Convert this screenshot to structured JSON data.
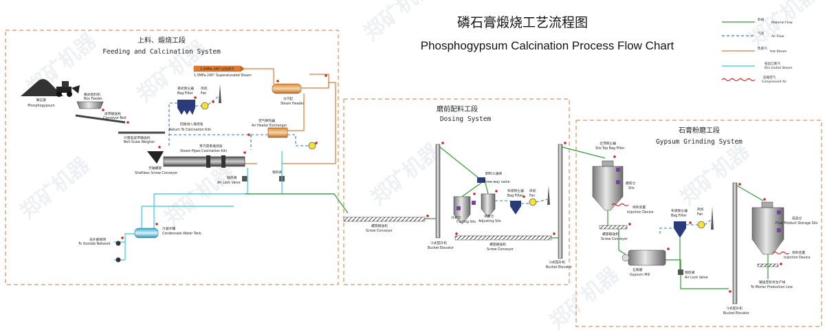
{
  "title": {
    "cn": "磷石膏煅烧工艺流程图",
    "en": "Phosphogypsum Calcination Process Flow Chart"
  },
  "watermark": "郑矿机器",
  "legend": [
    {
      "cn": "料线",
      "en": "Material Flow",
      "color": "#2e9e2e",
      "style": "solid"
    },
    {
      "cn": "气流",
      "en": "Air Flow",
      "color": "#2f6fd6",
      "style": "dashed"
    },
    {
      "cn": "热蒸汽",
      "en": "Hot Steam",
      "color": "#e07a30",
      "style": "solid"
    },
    {
      "cn": "窑出口蒸汽",
      "en": "Kiln Outlet Steam",
      "color": "#33c8e0",
      "style": "solid"
    },
    {
      "cn": "压缩空气",
      "en": "Compressed Air",
      "color": "#d62020",
      "style": "wavy"
    }
  ],
  "sections": {
    "feeding": {
      "cn": "上料、煅烧工段",
      "en": "Feeding and Calcination System"
    },
    "dosing": {
      "cn": "磨前配料工段",
      "en": "Dosing System"
    },
    "grinding": {
      "cn": "石膏粉磨工段",
      "en": "Gypsum Grinding System"
    }
  },
  "labels": {
    "phosphogypsum_cn": "磷石膏",
    "phosphogypsum_en": "Phosphogypsum",
    "box_feeder_cn": "箱式给料机",
    "box_feeder_en": "Box Feeder",
    "conveyor_belt_cn": "皮带输送机",
    "conveyor_belt_en": "Conveyor Belt",
    "belt_scale_cn": "计量型皮带输送机",
    "belt_scale_en": "Belt Scale Weigher",
    "shaftless_cn": "无轴螺旋",
    "shaftless_en": "Shaftless Screw Conveyor",
    "bag_filter1_cn": "袋式除尘器",
    "bag_filter1_en": "Bag Filter",
    "fan1_cn": "风机",
    "fan1_en": "Fan",
    "return_kiln_cn": "回收进入煅烧窑",
    "return_kiln_en": "Return To Calcination Kiln",
    "kiln_cn": "蒸汽管束煅烧窑",
    "kiln_en": "Steam Pipes Calcination Kiln",
    "air_lock1_cn": "锁风阀",
    "air_lock1_en": "Air Lock Valve",
    "lock_valve_cn": "锁风阀",
    "steam_supply": "1.5MPa 240°过热蒸汽",
    "steam_supply_en": "1.5MPa 240° Superaturated Steam",
    "steam_header_cn": "分汽缸",
    "steam_header_en": "Steam Header",
    "air_heater_cn": "空气换热器",
    "air_heater_en": "Air Heater Exchanger",
    "condensate_cn": "冷凝水罐",
    "condensate_en": "Condensate Water Tank",
    "outside_cn": "去外部管网",
    "outside_en": "To Outside Network",
    "screw1_cn": "螺旋输送机",
    "screw1_en": "Screw Conveyor",
    "bucket1_cn": "斗式提升机",
    "bucket1_en": "Bucket Elevator",
    "three_way_cn": "卸料三通阀",
    "three_way_en": "Three-way valve",
    "cooling_silo_cn": "冷却仓",
    "cooling_silo_en": "Cooling Silo",
    "adjusting_silo_cn": "调整仓",
    "adjusting_silo_en": "Adjusting Silo",
    "bag_filter2_cn": "布袋除尘器",
    "bag_filter2_en": "Bag Filter",
    "fan2_cn": "风机",
    "fan2_en": "Fan",
    "screw2_cn": "螺旋输送机",
    "screw2_en": "Screw Conveyor",
    "bucket2_cn": "斗式提升机",
    "bucket2_en": "Bucket Elevator",
    "silo_top_cn": "仓顶除尘器",
    "silo_top_en": "Silo Top Bag Filter",
    "silo_cn": "磨前仓",
    "silo_en": "Silo",
    "injection1_cn": "喷吹装置",
    "injection1_en": "Injection Device",
    "screw3_cn": "螺旋输送机",
    "screw3_en": "Screw Conveyor",
    "bag_filter3_cn": "布袋除尘器",
    "bag_filter3_en": "Bag Filter",
    "fan3_cn": "风机",
    "fan3_en": "Fan",
    "mill_cn": "石膏磨",
    "mill_en": "Gypsum Mill",
    "air_lock2_cn": "锁风阀",
    "air_lock2_en": "Air Lock Valve",
    "bucket3_cn": "斗式提升机",
    "bucket3_en": "Bucket Elevator",
    "final_silo_cn": "成品仓",
    "final_silo_en": "Final Product Storage Silo",
    "injection2_cn": "喷吹装置",
    "injection2_en": "Injection Device",
    "mortar_cn": "输送至砂浆生产线",
    "mortar_en": "To Mortar Production Line"
  }
}
